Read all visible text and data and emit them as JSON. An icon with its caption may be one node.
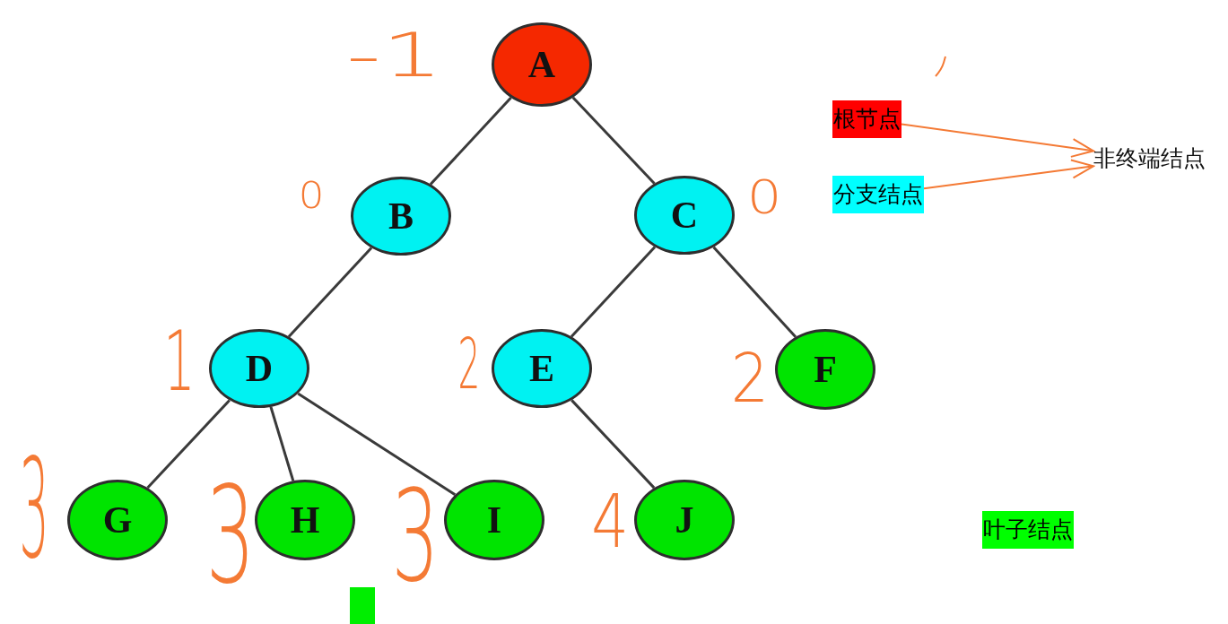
{
  "diagram": {
    "nodes": [
      {
        "text": [
          "A"
        ],
        "beside": [
          "-1"
        ]
      },
      {
        "text": [
          "B"
        ],
        "beside": [
          "0"
        ]
      },
      {
        "text": [
          "C"
        ],
        "beside": [
          "0"
        ]
      },
      {
        "text": [
          "D"
        ],
        "beside": [
          "1"
        ]
      },
      {
        "text": [
          "E"
        ],
        "beside": [
          "2"
        ]
      },
      {
        "text": [
          "F"
        ],
        "beside": [
          "2"
        ]
      },
      {
        "text": [
          "G"
        ],
        "beside": [
          "3"
        ]
      },
      {
        "text": [
          "H"
        ],
        "beside": [
          "3"
        ]
      },
      {
        "text": [
          "I"
        ],
        "beside": [
          "3"
        ]
      },
      {
        "text": [
          "J"
        ],
        "beside": [
          "4"
        ]
      },
      {
        "text": [
          "根节点"
        ]
      },
      {
        "text": [
          "分支结点"
        ]
      },
      {
        "text": [
          "非终端结点"
        ]
      },
      {
        "text": [
          "叶子结点"
        ]
      }
    ],
    "edges": [
      {
        "from": 0,
        "to": 1,
        "arrow": "none"
      },
      {
        "from": 0,
        "to": 2,
        "arrow": "none"
      },
      {
        "from": 1,
        "to": 3,
        "arrow": "none"
      },
      {
        "from": 2,
        "to": 4,
        "arrow": "none"
      },
      {
        "from": 2,
        "to": 5,
        "arrow": "none"
      },
      {
        "from": 3,
        "to": 6,
        "arrow": "none"
      },
      {
        "from": 3,
        "to": 7,
        "arrow": "none"
      },
      {
        "from": 3,
        "to": 8,
        "arrow": "none"
      },
      {
        "from": 4,
        "to": 9,
        "arrow": "none"
      },
      {
        "from": 10,
        "to": 12,
        "arrow": "to",
        "color": "#f47a35"
      },
      {
        "from": 11,
        "to": 12,
        "arrow": "to",
        "color": "#f47a35"
      }
    ]
  }
}
